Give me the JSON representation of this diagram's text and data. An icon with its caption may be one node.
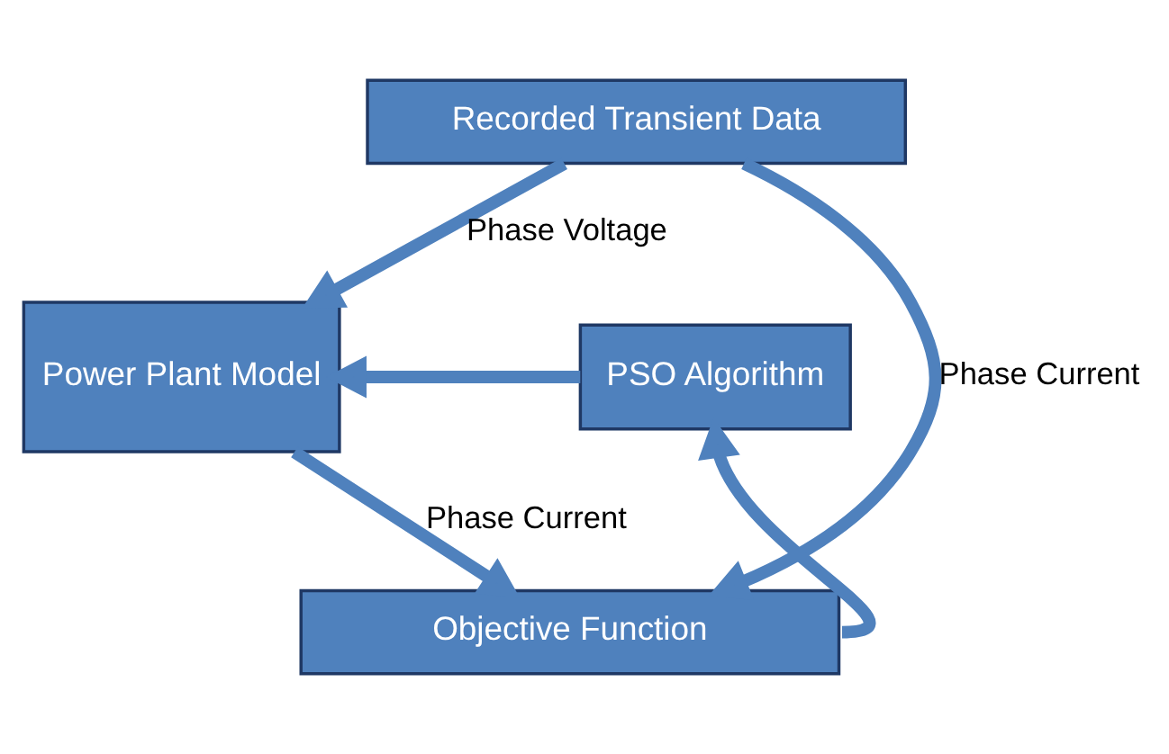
{
  "diagram": {
    "nodes": [
      {
        "text": [
          "Recorded Transient Data"
        ]
      },
      {
        "text": [
          "Power Plant Model"
        ]
      },
      {
        "text": [
          "PSO Algorithm"
        ]
      },
      {
        "text": [
          "Objective Function"
        ]
      }
    ],
    "edges": [
      {
        "from": 0,
        "to": 3,
        "label": "Phase Current",
        "arrow": "to"
      },
      {
        "from": 0,
        "to": 1,
        "label": "Phase Voltage",
        "arrow": "to"
      },
      {
        "from": 2,
        "to": 1,
        "arrow": "to"
      },
      {
        "from": 1,
        "to": 3,
        "label": "Phase Current",
        "arrow": "to"
      },
      {
        "from": 3,
        "to": 2,
        "arrow": "to"
      }
    ]
  }
}
